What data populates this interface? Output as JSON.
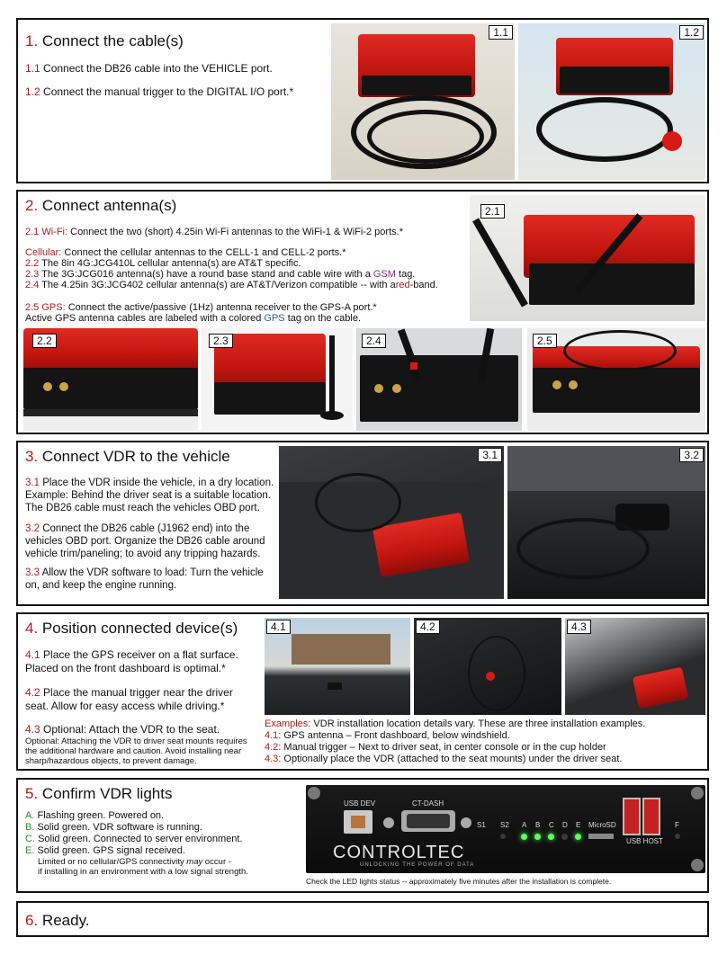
{
  "s1": {
    "num": "1.",
    "title": "Connect the cable(s)",
    "l1_num": "1.1",
    "l1": "Connect the DB26 cable into the VEHICLE port.",
    "l2_num": "1.2",
    "l2": "Connect the manual trigger to the DIGITAL I/O port.*",
    "tag_a": "1.1",
    "tag_b": "1.2"
  },
  "s2": {
    "num": "2.",
    "title": "Connect antenna(s)",
    "wifi_label": "2.1 Wi-Fi:",
    "wifi_text": "Connect the two (short)  4.25in Wi-Fi antennas to the WiFi-1 & WiFi-2 ports.*",
    "cell_label": "Cellular:",
    "cell_text": "Connect the cellular antennas to the CELL-1 and CELL-2 ports.*",
    "l22_num": "2.2",
    "l22": "The 8in 4G:JCG410L cellular antenna(s) are AT&T specific.",
    "l23_num": "2.3",
    "l23a": "The 3G:JCG016 antenna(s) have a round base stand and cable wire with a",
    "l23_gsm": "GSM",
    "l23b": "tag.",
    "l24_num": "2.4",
    "l24a": "The 4.25in 3G:JCG402 cellular antenna(s) are AT&T/Verizon compatible -- with a",
    "l24_red": "red",
    "l24b": "-band.",
    "gps_label": "2.5 GPS:",
    "gps_text": "Connect the active/passive (1Hz) antenna receiver to the GPS-A port.*",
    "gps2a": "Active GPS antenna cables are labeled with a colored",
    "gps2_gps": "GPS",
    "gps2b": "tag on the cable.",
    "tag_21": "2.1",
    "tag_22": "2.2",
    "tag_23": "2.3",
    "tag_24": "2.4",
    "tag_25": "2.5"
  },
  "s3": {
    "num": "3.",
    "title": "Connect VDR to the vehicle",
    "p1_num": "3.1",
    "p1": "Place the VDR inside the vehicle, in a dry location.",
    "p1b": "Example: Behind the driver seat is a suitable location.",
    "p1c": "The DB26 cable must reach the vehicles OBD port.",
    "p2_num": "3.2",
    "p2": " Connect the DB26 cable (J1962 end) into the",
    "p2b": "vehicles OBD port. Organize the DB26 cable around",
    "p2c": "vehicle  trim/paneling; to avoid any tripping hazards.",
    "p3_num": "3.3",
    "p3": "Allow the VDR software to load: Turn the vehicle",
    "p3b": "on, and keep the engine running.",
    "tag_31": "3.1",
    "tag_32": "3.2"
  },
  "s4": {
    "num": "4.",
    "title": "Position connected device(s)",
    "p1_num": "4.1",
    "p1": "Place the GPS receiver on a flat surface.",
    "p1b": "Placed on the front dashboard is optimal.*",
    "p2_num": "4.2",
    "p2": "Place the manual trigger near the driver",
    "p2b": "seat. Allow for easy access while driving.*",
    "p3_num": "4.3",
    "p3": "Optional: Attach the VDR to the seat.",
    "p3s1": "Optional: Attaching the VDR to driver seat mounts requires",
    "p3s2": "the additional hardware and caution. Avoid installing near",
    "p3s3": "sharp/hazardous objects, to prevent damage.",
    "ex_label": "Examples:",
    "ex_text": "VDR installation location details vary. These are three installation examples.",
    "ex1_num": "4.1:",
    "ex1": "GPS antenna –  Front dashboard, below windshield.",
    "ex2_num": "4.2:",
    "ex2": "Manual trigger – Next to driver seat, in center console or in the cup holder",
    "ex3_num": "4.3:",
    "ex3": "Optionally place the VDR (attached to the seat mounts) under the driver seat.",
    "tag_41": "4.1",
    "tag_42": "4.2",
    "tag_43": "4.3"
  },
  "s5": {
    "num": "5.",
    "title": "Confirm VDR lights",
    "a_key": "A.",
    "a": "Flashing green. Powered on.",
    "b_key": "B.",
    "b": "Solid green. VDR software is running.",
    "c_key": "C.",
    "c": "Solid green. Connected to server environment.",
    "e_key": "E.",
    "e": "Solid green. GPS signal received.",
    "note1a": "Limited or no cellular/GPS connectivity",
    "note1_may": "may",
    "note1b": "occur -",
    "note2": "if installing in an environment with a low signal strength.",
    "panel_usbdev": "USB DEV",
    "panel_ctdash": "CT-DASH",
    "panel_s1": "S1",
    "panel_s2": "S2",
    "panel_a": "A",
    "panel_b": "B",
    "panel_c": "C",
    "panel_d": "D",
    "panel_e": "E",
    "panel_microsd": "MicroSD",
    "panel_usbhost": "USB HOST",
    "panel_f": "F",
    "brand": "CONTROLTEC",
    "brand_tagline": "UNLOCKING THE POWER OF DATA",
    "caption": "Check the LED lights status -- approximately five minutes after the installation is complete."
  },
  "s6": {
    "num": "6.",
    "title": "Ready."
  }
}
